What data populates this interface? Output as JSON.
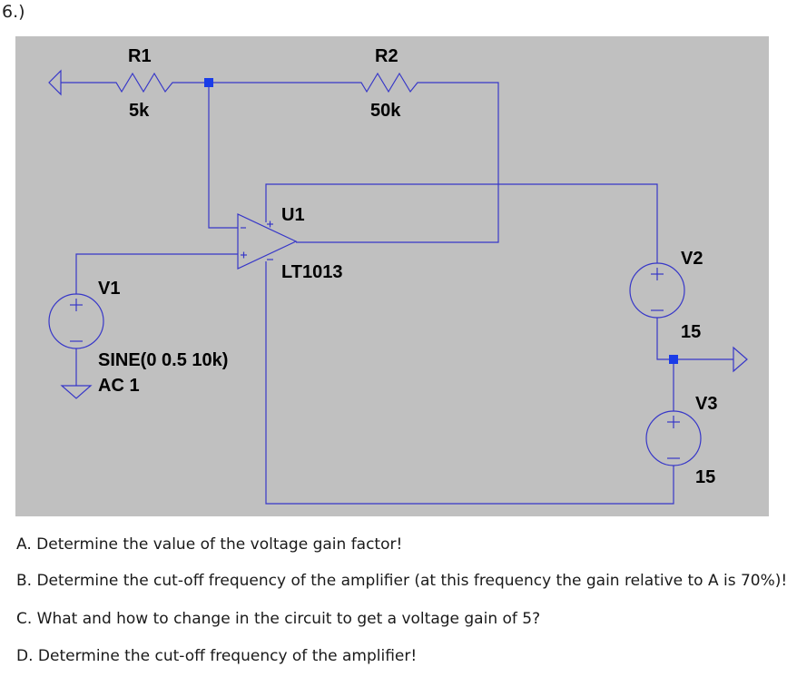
{
  "problem_number": "6.)",
  "schematic": {
    "background": "#c0c0c0",
    "wire_color": "#3737c8",
    "junction_color": "#1a3ce8",
    "labels": {
      "r1_name": "R1",
      "r1_value": "5k",
      "r2_name": "R2",
      "r2_value": "50k",
      "u1_name": "U1",
      "u1_model": "LT1013",
      "v1_name": "V1",
      "v1_spec_line1": "SINE(0 0.5 10k)",
      "v1_spec_line2": "AC 1",
      "v2_name": "V2",
      "v2_value": "15",
      "v3_name": "V3",
      "v3_value": "15"
    },
    "icons": [
      "ground-icon",
      "resistor-icon",
      "op-amp-icon",
      "voltage-source-icon",
      "ground-arrow-icon"
    ]
  },
  "questions": {
    "a": "A. Determine the value of the voltage gain factor!",
    "b": "B. Determine the cut-off frequency of the amplifier (at this frequency the gain relative to A is 70%)!",
    "c": "C. What and how to change in the circuit to get a voltage gain of 5?",
    "d": "D. Determine the cut-off frequency of the amplifier!"
  }
}
